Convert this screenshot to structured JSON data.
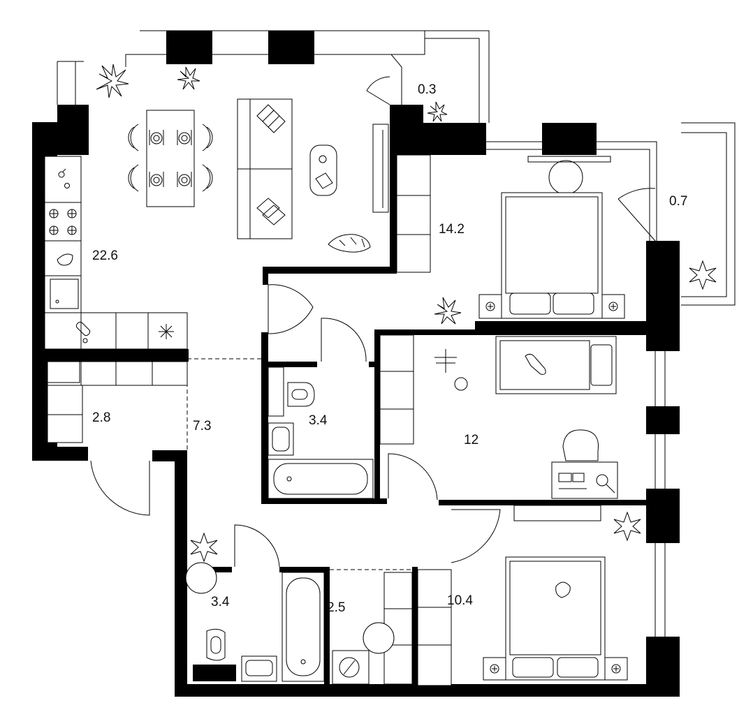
{
  "plan": {
    "room_areas": {
      "living_kitchen": "22.6",
      "balcony_top": "0.3",
      "bedroom_master": "14.2",
      "balcony_right": "0.7",
      "storage": "2.8",
      "hallway": "7.3",
      "bathroom_upper": "3.4",
      "bedroom_child": "12",
      "bathroom_lower": "3.4",
      "laundry": "2.5",
      "bedroom_small": "10.4"
    },
    "colors": {
      "wall": "#000000",
      "background": "#ffffff",
      "line": "#000000"
    }
  }
}
